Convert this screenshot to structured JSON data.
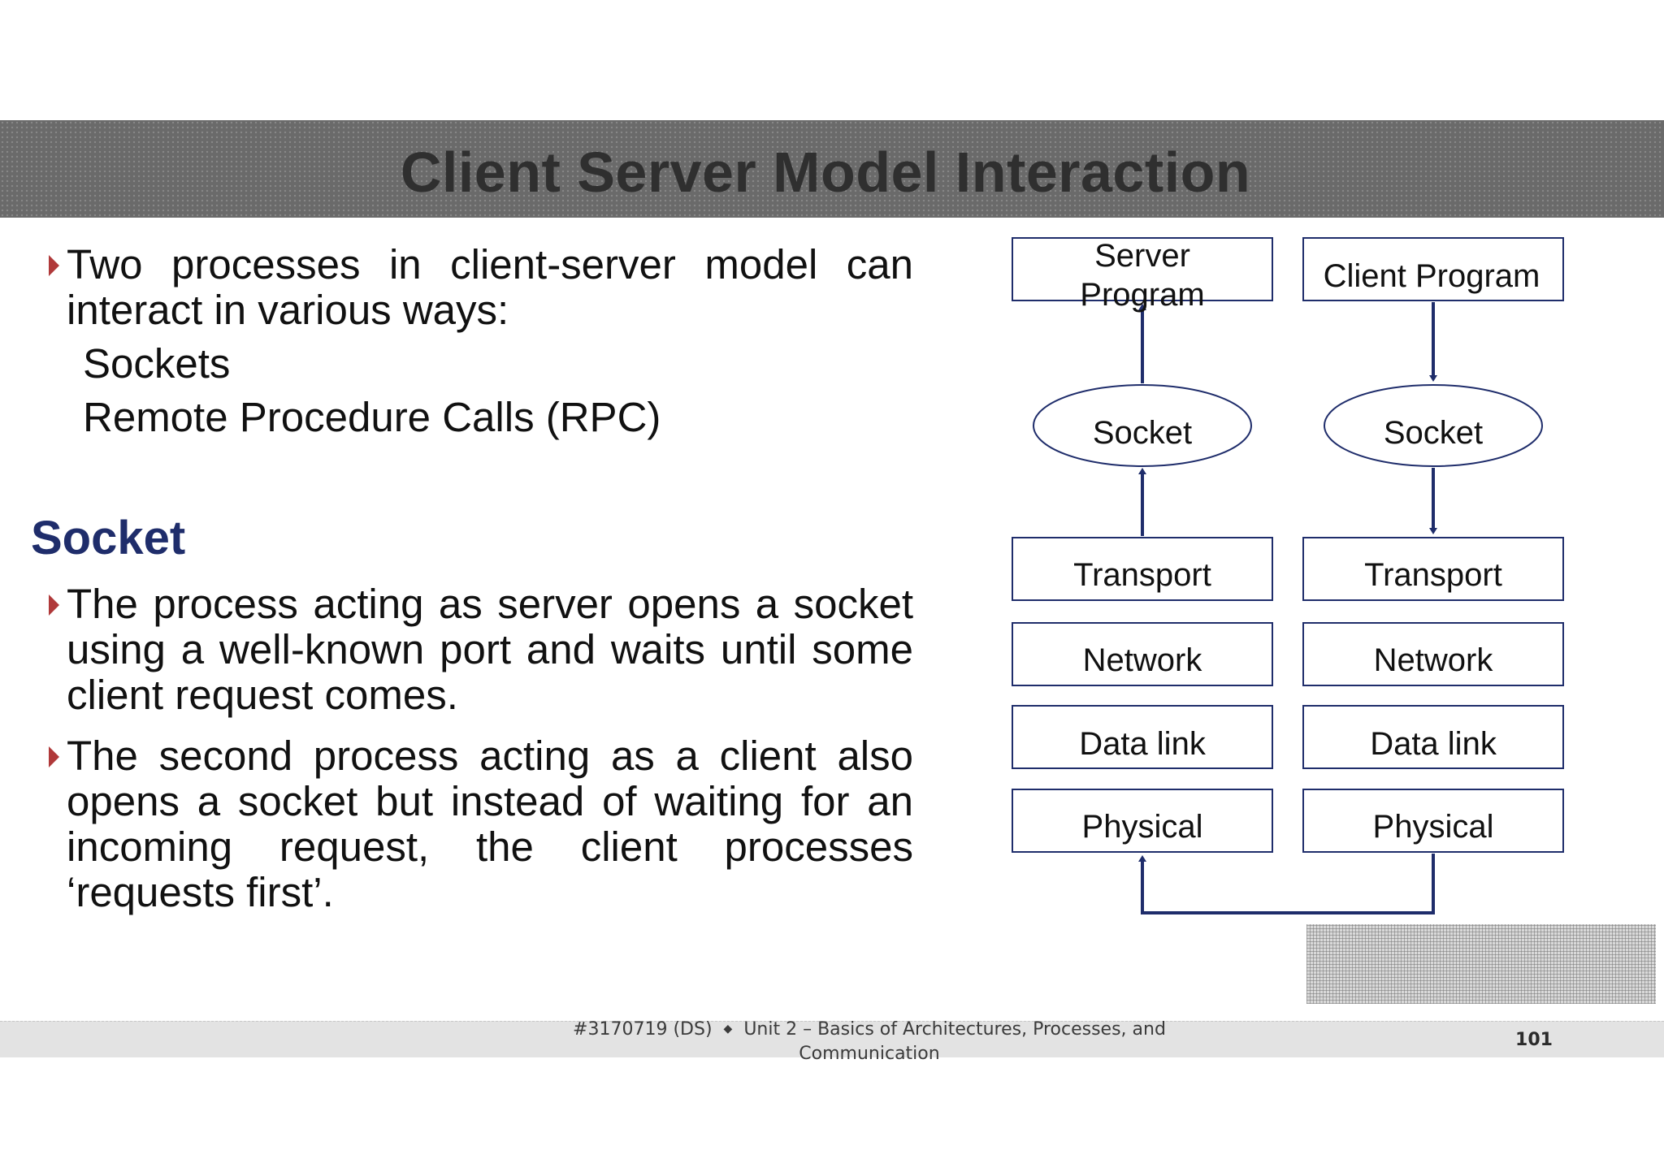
{
  "title": "Client Server Model Interaction",
  "intro": {
    "bullet": "Two processes in client-server model can interact in various ways:",
    "items": [
      "Sockets",
      "Remote Procedure Calls (RPC)"
    ]
  },
  "section": {
    "heading": "Socket",
    "bullets": [
      "The process acting as server opens a socket using a well-known port and waits until some client request comes.",
      "The second process acting as a client also opens a socket but instead of waiting for an incoming request, the client processes ‘requests first’."
    ]
  },
  "diagram": {
    "server": {
      "program": [
        "Server",
        "Program"
      ],
      "socket": "Socket",
      "layers": [
        "Transport",
        "Network",
        "Data link",
        "Physical"
      ]
    },
    "client": {
      "program": "Client Program",
      "socket": "Socket",
      "layers": [
        "Transport",
        "Network",
        "Data link",
        "Physical"
      ]
    },
    "line_color": "#1f2d6b"
  },
  "footer": {
    "course": "#3170719 (DS)",
    "unit_line1": "Unit 2 – Basics of Architectures, Processes, and",
    "unit_line2": "Communication",
    "page": "101"
  },
  "colors": {
    "bullet_marker": "#b0393a",
    "heading": "#1f2d6b",
    "title_bar": "#6a6a6a"
  }
}
